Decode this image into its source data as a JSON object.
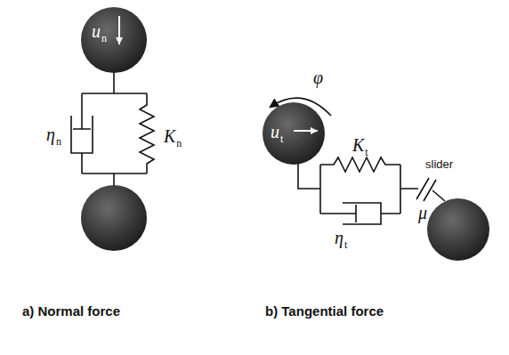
{
  "diagram": {
    "nodes": [
      {
        "text": [
          "un"
        ]
      },
      {
        "text": [
          "ut"
        ]
      }
    ],
    "labels": [
      "ηn",
      "Kn",
      "φ",
      "Kt",
      "slider",
      "μ",
      "ηt",
      "a) Normal force",
      "b) Tangential force"
    ]
  }
}
